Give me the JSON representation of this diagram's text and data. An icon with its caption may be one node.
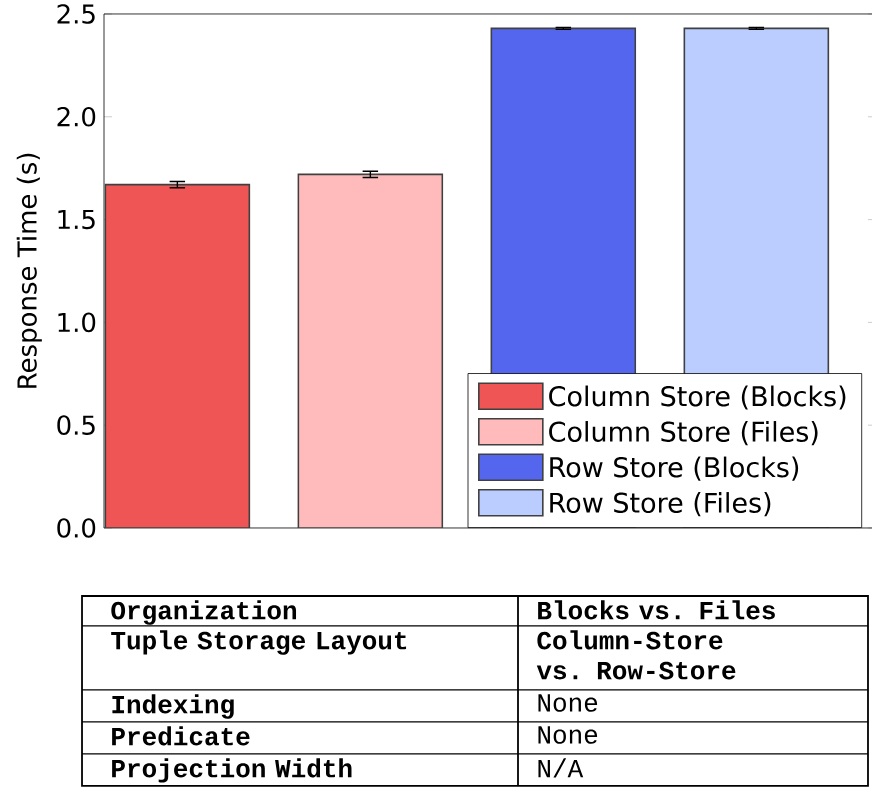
{
  "diagram": {
    "labels": [
      "Organization",
      "Blocks vs. Files",
      "Tuple Storage Layout",
      "Column-Store vs. Row-Store",
      "Indexing",
      "None",
      "Predicate",
      "None",
      "Projection Width",
      "N/A"
    ],
    "chart_data": {
      "type": "bar",
      "ylabel": "Response Time (s)",
      "legend": "lower right",
      "series": [
        {
          "name": "Column Store (Blocks)",
          "color": "#ef5555",
          "values": [
            1.67
          ],
          "errors": [
            0.015
          ]
        },
        {
          "name": "Column Store (Files)",
          "color": "#ffbbbb",
          "values": [
            1.72
          ],
          "errors": [
            0.015
          ]
        },
        {
          "name": "Row Store (Blocks)",
          "color": "#5566ee",
          "values": [
            2.43
          ],
          "errors": [
            0.005
          ]
        },
        {
          "name": "Row Store (Files)",
          "color": "#bbccff",
          "values": [
            2.43
          ],
          "errors": [
            0.005
          ]
        }
      ],
      "ylim": [
        0,
        2.5
      ],
      "yticks": [
        {
          "value": 0,
          "label": "0.0"
        },
        {
          "value": 0.5,
          "label": "0.5"
        },
        {
          "value": 1.0,
          "label": "1.0"
        },
        {
          "value": 1.5,
          "label": "1.5"
        },
        {
          "value": 2.0,
          "label": "2.0"
        },
        {
          "value": 2.5,
          "label": "2.5"
        }
      ]
    }
  }
}
